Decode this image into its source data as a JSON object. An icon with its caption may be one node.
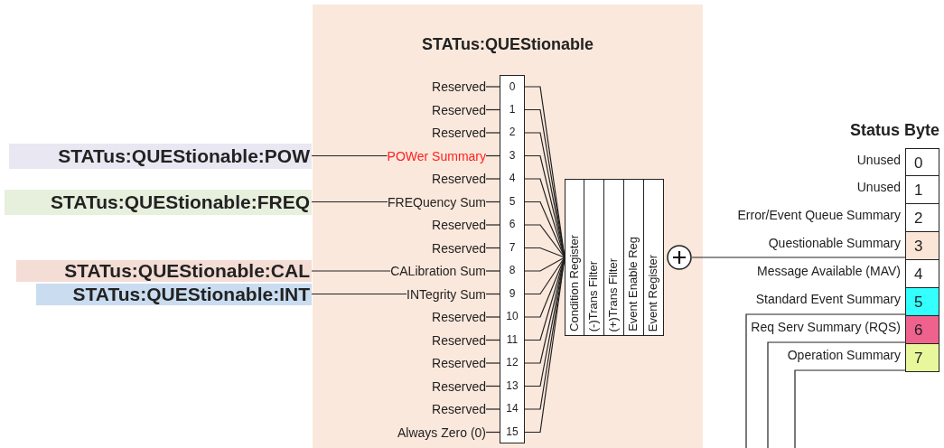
{
  "diagram": {
    "nodes": [
      {
        "text": [
          "STATus:QUEStionable"
        ]
      },
      {
        "text": [
          "STATus:QUEStionable:POW"
        ]
      },
      {
        "text": [
          "STATus:QUEStionable:FREQ"
        ]
      },
      {
        "text": [
          "STATus:QUEStionable:CAL"
        ]
      },
      {
        "text": [
          "STATus:QUEStionable:INT"
        ]
      },
      {
        "text": [
          "Reserved"
        ],
        "in": 0
      },
      {
        "text": [
          "Reserved"
        ],
        "in": 0
      },
      {
        "text": [
          "Reserved"
        ],
        "in": 0
      },
      {
        "text": [
          "POWer Summary"
        ],
        "in": 0
      },
      {
        "text": [
          "Reserved"
        ],
        "in": 0
      },
      {
        "text": [
          "FREQuency Sum"
        ],
        "in": 0
      },
      {
        "text": [
          "Reserved"
        ],
        "in": 0
      },
      {
        "text": [
          "Reserved"
        ],
        "in": 0
      },
      {
        "text": [
          "CALibration Sum"
        ],
        "in": 0
      },
      {
        "text": [
          "INTegrity Sum"
        ],
        "in": 0
      },
      {
        "text": [
          "Reserved"
        ],
        "in": 0
      },
      {
        "text": [
          "Reserved"
        ],
        "in": 0
      },
      {
        "text": [
          "Reserved"
        ],
        "in": 0
      },
      {
        "text": [
          "Reserved"
        ],
        "in": 0
      },
      {
        "text": [
          "Reserved"
        ],
        "in": 0
      },
      {
        "text": [
          "Always Zero (0)"
        ],
        "in": 0
      },
      {
        "text": [
          "0"
        ],
        "in": 0
      },
      {
        "text": [
          "1"
        ],
        "in": 0
      },
      {
        "text": [
          "2"
        ],
        "in": 0
      },
      {
        "text": [
          "3"
        ],
        "in": 0
      },
      {
        "text": [
          "4"
        ],
        "in": 0
      },
      {
        "text": [
          "5"
        ],
        "in": 0
      },
      {
        "text": [
          "6"
        ],
        "in": 0
      },
      {
        "text": [
          "7"
        ],
        "in": 0
      },
      {
        "text": [
          "8"
        ],
        "in": 0
      },
      {
        "text": [
          "9"
        ],
        "in": 0
      },
      {
        "text": [
          "10"
        ],
        "in": 0
      },
      {
        "text": [
          "11"
        ],
        "in": 0
      },
      {
        "text": [
          "12"
        ],
        "in": 0
      },
      {
        "text": [
          "13"
        ],
        "in": 0
      },
      {
        "text": [
          "14"
        ],
        "in": 0
      },
      {
        "text": [
          "15"
        ],
        "in": 0
      },
      {
        "text": [
          "Condition Register"
        ],
        "in": 0
      },
      {
        "text": [
          "(-)Trans Filter"
        ],
        "in": 0
      },
      {
        "text": [
          "(+)Trans Filter"
        ],
        "in": 0
      },
      {
        "text": [
          "Event Enable Reg"
        ],
        "in": 0
      },
      {
        "text": [
          "Event Register"
        ],
        "in": 0
      },
      {
        "text": [],
        "shape": "circle",
        "in": 0
      },
      {
        "text": [
          "0"
        ],
        "beside": [
          "Unused"
        ]
      },
      {
        "text": [
          "1"
        ],
        "beside": [
          "Unused"
        ]
      },
      {
        "text": [
          "2"
        ],
        "beside": [
          "Error/Event Queue Summary"
        ]
      },
      {
        "text": [
          "3"
        ],
        "beside": [
          "Questionable Summary"
        ]
      },
      {
        "text": [
          "4"
        ],
        "beside": [
          "Message Available (MAV)"
        ]
      },
      {
        "text": [
          "5"
        ],
        "beside": [
          "Standard Event Summary"
        ]
      },
      {
        "text": [
          "6"
        ],
        "beside": [
          "Req Serv Summary (RQS)"
        ]
      },
      {
        "text": [
          "7"
        ],
        "beside": [
          "Operation Summary"
        ]
      }
    ],
    "edges": [
      {
        "from": 1,
        "to": 8,
        "arrow": "none"
      },
      {
        "from": 2,
        "to": 10,
        "arrow": "none"
      },
      {
        "from": 3,
        "to": 13,
        "arrow": "none"
      },
      {
        "from": 4,
        "to": 14,
        "arrow": "none"
      },
      {
        "from": 5,
        "to": 21,
        "arrow": "none"
      },
      {
        "from": 6,
        "to": 22,
        "arrow": "none"
      },
      {
        "from": 7,
        "to": 23,
        "arrow": "none"
      },
      {
        "from": 8,
        "to": 24,
        "arrow": "none"
      },
      {
        "from": 9,
        "to": 25,
        "arrow": "none"
      },
      {
        "from": 10,
        "to": 26,
        "arrow": "none"
      },
      {
        "from": 11,
        "to": 27,
        "arrow": "none"
      },
      {
        "from": 12,
        "to": 28,
        "arrow": "none"
      },
      {
        "from": 13,
        "to": 29,
        "arrow": "none"
      },
      {
        "from": 14,
        "to": 30,
        "arrow": "none"
      },
      {
        "from": 15,
        "to": 31,
        "arrow": "none"
      },
      {
        "from": 16,
        "to": 32,
        "arrow": "none"
      },
      {
        "from": 17,
        "to": 33,
        "arrow": "none"
      },
      {
        "from": 18,
        "to": 34,
        "arrow": "none"
      },
      {
        "from": 19,
        "to": 35,
        "arrow": "none"
      },
      {
        "from": 20,
        "to": 36,
        "arrow": "none"
      },
      {
        "from": 21,
        "to": 37,
        "arrow": "none"
      },
      {
        "from": 22,
        "to": 37,
        "arrow": "none"
      },
      {
        "from": 23,
        "to": 37,
        "arrow": "none"
      },
      {
        "from": 24,
        "to": 37,
        "arrow": "none"
      },
      {
        "from": 25,
        "to": 37,
        "arrow": "none"
      },
      {
        "from": 26,
        "to": 37,
        "arrow": "none"
      },
      {
        "from": 27,
        "to": 37,
        "arrow": "none"
      },
      {
        "from": 28,
        "to": 37,
        "arrow": "none"
      },
      {
        "from": 29,
        "to": 37,
        "arrow": "none"
      },
      {
        "from": 30,
        "to": 37,
        "arrow": "none"
      },
      {
        "from": 31,
        "to": 37,
        "arrow": "none"
      },
      {
        "from": 32,
        "to": 37,
        "arrow": "none"
      },
      {
        "from": 33,
        "to": 37,
        "arrow": "none"
      },
      {
        "from": 34,
        "to": 37,
        "arrow": "none"
      },
      {
        "from": 35,
        "to": 37,
        "arrow": "none"
      },
      {
        "from": 36,
        "to": 37,
        "arrow": "none"
      },
      {
        "from": 42,
        "to": 46,
        "arrow": "none"
      },
      {
        "from": 48,
        "to": null,
        "arrow": "none"
      },
      {
        "from": 49,
        "to": null,
        "arrow": "none"
      },
      {
        "from": 50,
        "to": null,
        "arrow": "none"
      }
    ],
    "labels": [
      "Status Byte"
    ]
  }
}
